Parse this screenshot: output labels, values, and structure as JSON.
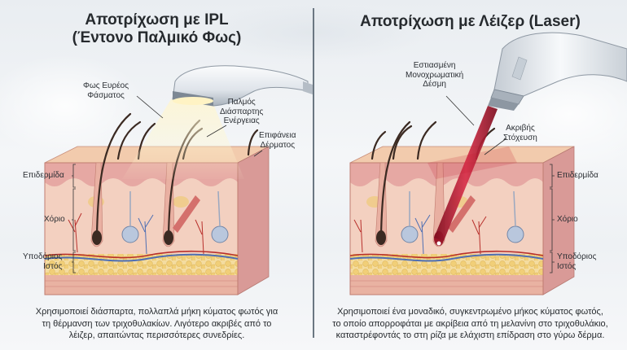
{
  "left_panel": {
    "title_line1": "Αποτρίχωση με IPL",
    "title_line2": "(Έντονο Παλμικό Φως)",
    "device": "ipl-handpiece",
    "callouts": {
      "broad_spectrum_line1": "Φως Ευρέος",
      "broad_spectrum_line2": "Φάσματος",
      "scattered_pulse_line1": "Παλμός",
      "scattered_pulse_line2": "Διάσπαρτης",
      "scattered_pulse_line3": "Ενέργειας",
      "skin_surface_line1": "Επιφάνεια",
      "skin_surface_line2": "Δέρματος"
    },
    "layers": {
      "epidermis": "Επιδερμίδα",
      "dermis": "Χόριο",
      "hypodermis_line1": "Υποδόριος",
      "hypodermis_line2": "Ιστός"
    },
    "caption_line1": "Χρησιμοποιεί διάσπαρτα, πολλαπλά μήκη κύματος φωτός για",
    "caption_line2": "τη θέρμανση των τριχοθυλακίων. Λιγότερο ακριβές από το",
    "caption_line3": "λέιζερ, απαιτώντας περισσότερες συνεδρίες."
  },
  "right_panel": {
    "title": "Αποτρίχωση με Λέιζερ (Laser)",
    "device": "laser-handpiece",
    "callouts": {
      "focused_beam_line1": "Εστιασμένη",
      "focused_beam_line2": "Μονοχρωματική",
      "focused_beam_line3": "Δέσμη",
      "precise_target_line1": "Ακριβής",
      "precise_target_line2": "Στόχευση"
    },
    "layers": {
      "epidermis": "Επιδερμίδα",
      "dermis": "Χόριο",
      "hypodermis_line1": "Υποδόριος",
      "hypodermis_line2": "Ιστός"
    },
    "caption_line1": "Χρησιμοποιεί ένα μοναδικό, συγκεντρωμένο μήκος κύματος φωτός,",
    "caption_line2": "το οποίο απορροφάται με ακρίβεια από τη μελανίνη στο τριχοθυλάκιο,",
    "caption_line3": "καταστρέφοντάς το στη ρίζα με ελάχιστη επίδραση στο γύρω δέρμα."
  },
  "colors": {
    "skin_top": "#f1c9a9",
    "epidermis": "#e7a9a4",
    "dermis": "#f3d0c0",
    "fat": "#f1d48a",
    "hair": "#3b2a22",
    "laser_beam": "#b3122b",
    "ipl_light": "#fff3c4",
    "vein": "#4f6fb3",
    "artery": "#b8302c",
    "divider": "#6b7782"
  }
}
